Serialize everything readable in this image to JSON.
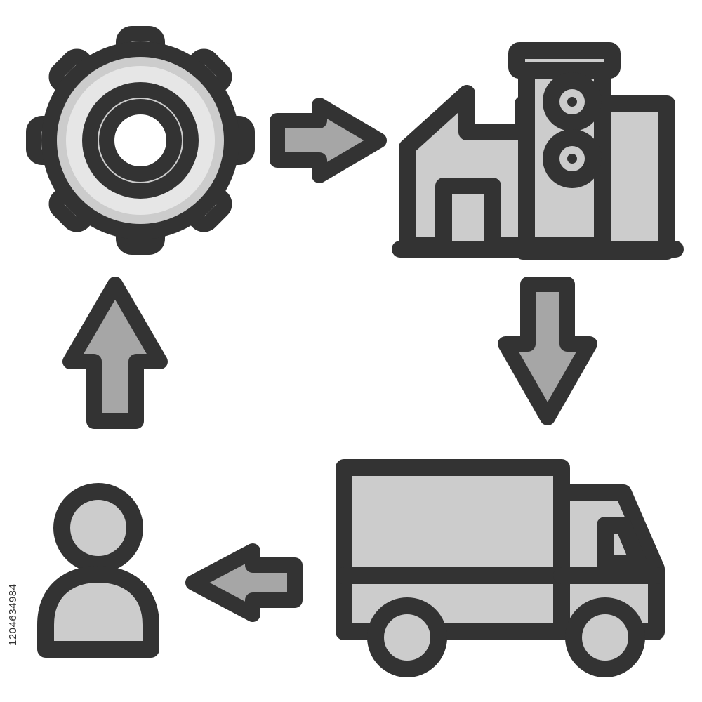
{
  "colors": {
    "outline": "#333333",
    "fill_light": "#cccccc",
    "fill_mid": "#a6a6a6",
    "gear_highlight": "#e6e6e6",
    "background": "#ffffff"
  },
  "diagram": {
    "nodes": [
      {
        "id": "gear",
        "icon": "gear-icon"
      },
      {
        "id": "factory",
        "icon": "factory-icon"
      },
      {
        "id": "truck",
        "icon": "delivery-truck-icon"
      },
      {
        "id": "person",
        "icon": "user-icon"
      }
    ],
    "edges": [
      {
        "from": "gear",
        "to": "factory",
        "icon": "arrow-right-icon"
      },
      {
        "from": "factory",
        "to": "truck",
        "icon": "arrow-down-icon"
      },
      {
        "from": "truck",
        "to": "person",
        "icon": "arrow-left-icon"
      },
      {
        "from": "person",
        "to": "gear",
        "icon": "arrow-up-icon"
      }
    ]
  },
  "side_id": "1204634984"
}
